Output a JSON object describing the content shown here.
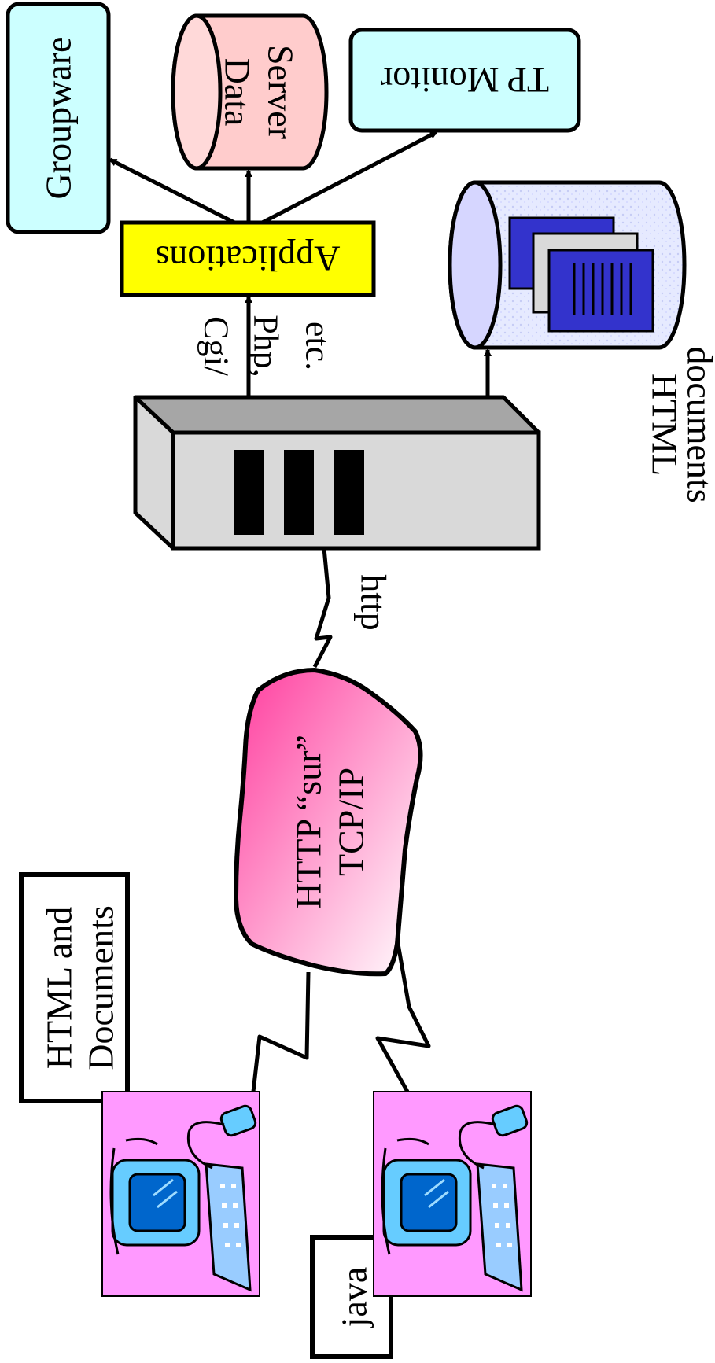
{
  "diagram": {
    "groupware_label": "Groupware",
    "data_server_label_line1": "Data",
    "data_server_label_line2": "Server",
    "tp_monitor_label": "TP Monitor",
    "applications_label": "Applications",
    "cgi_label_line1": "Cgi/",
    "cgi_label_line2": "Php,",
    "cgi_label_line3": "etc.",
    "html_documents_label_line1": "HTML",
    "html_documents_label_line2": "documents",
    "http_label": "http",
    "cloud_label_line1": "HTTP “sur”",
    "cloud_label_line2": "TCP/IP",
    "client_doc_label_line1": "HTML and",
    "client_doc_label_line2": "Documents",
    "java_label": "java"
  },
  "colors": {
    "groupware_fill": "#ccffff",
    "tp_monitor_fill": "#ccffff",
    "data_server_fill": "#ffcccc",
    "applications_fill": "#ffff00",
    "server_front": "#d9d9d9",
    "server_top": "#a6a6a6",
    "docs_cylinder": "#dfe3ff",
    "doc_blue": "#3333cc",
    "cloud_start": "#ff4da6",
    "cloud_end": "#ffffff",
    "computer_bg": "#ff99ff",
    "monitor_blue": "#66ccff"
  }
}
